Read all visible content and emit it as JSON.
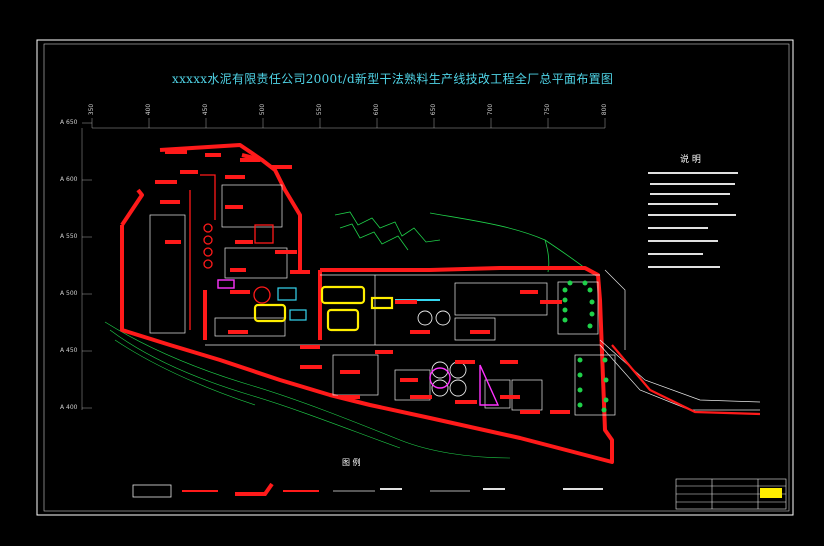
{
  "drawing": {
    "title": "xxxxx水泥有限责任公司2000t/d新型干法熟料生产线技改工程全厂总平面布置图",
    "notes_heading": "说 明",
    "legend_heading": "图 例",
    "grid_top_labels": [
      "350",
      "400",
      "450",
      "500",
      "550",
      "600",
      "650",
      "700",
      "750",
      "800"
    ],
    "grid_left_labels": [
      "A 650",
      "A 600",
      "A 550",
      "A 500",
      "A 450",
      "A 400"
    ],
    "colors": {
      "background": "#000000",
      "frame": "#ffffff",
      "road": "#ff1a1a",
      "title": "#4fd3e6",
      "green": "#1fd14a",
      "yellow": "#ffee00",
      "cyan": "#35d6f0",
      "magenta": "#ff33ff"
    }
  }
}
